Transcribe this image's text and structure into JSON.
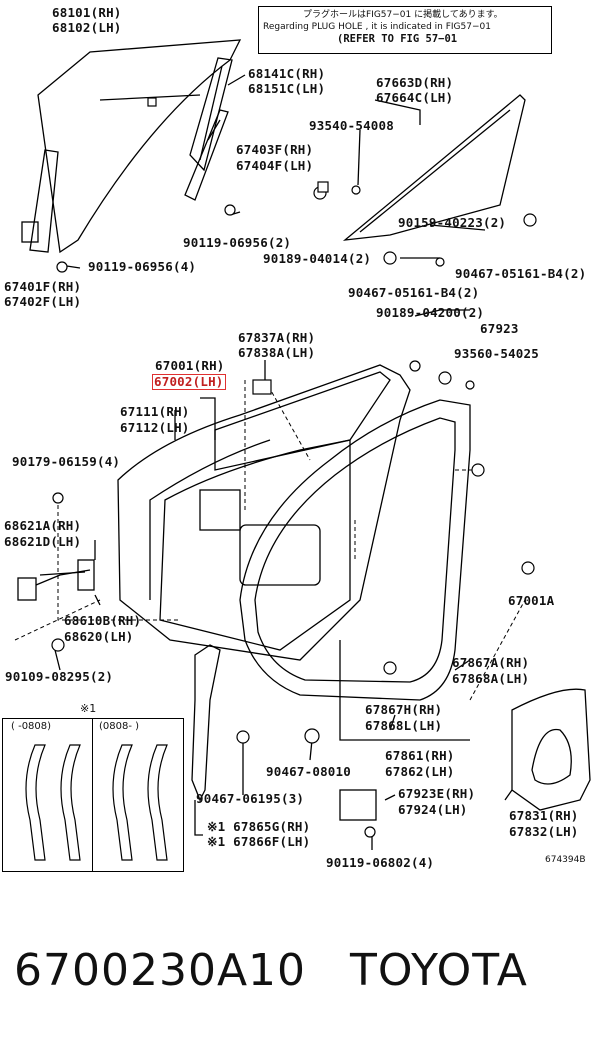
{
  "notice": {
    "line1": "プラグホールはFIG57−01 に掲載してあります。",
    "line2": "Regarding PLUG HOLE , it is indicated in FIG57−01",
    "line3": "(REFER TO FIG 57−01"
  },
  "labels": {
    "l68101": "68101(RH)",
    "l68102": "68102(LH)",
    "l68141c": "68141C(RH)",
    "l68151c": "68151C(LH)",
    "l67663d": "67663D(RH)",
    "l67664c": "67664C(LH)",
    "l93540": "93540-54008",
    "l67403f": "67403F(RH)",
    "l67404f": "67404F(LH)",
    "l90159": "90159-40223(2)",
    "l90119a": "90119-06956(2)",
    "l90189a": "90189-04014(2)",
    "l90467a": "90467-05161-B4(2)",
    "l90119b": "90119-06956(4)",
    "l67401f": "67401F(RH)",
    "l67402f": "67402F(LH)",
    "l90467b": "90467-05161-B4(2)",
    "l90189b": "90189-04200(2)",
    "l67837a": "67837A(RH)",
    "l67838a": "67838A(LH)",
    "l67923": "67923",
    "l93560": "93560-54025",
    "l67001": "67001(RH)",
    "l67002": "67002(LH)",
    "l67111": "67111(RH)",
    "l67112": "67112(LH)",
    "l90179": "90179-06159(4)",
    "l68621a": "68621A(RH)",
    "l68621d": "68621D(LH)",
    "l67001a": "67001A",
    "l68610b": "68610B(RH)",
    "l68620": "68620(LH)",
    "l90109": "90109-08295(2)",
    "l67867a": "67867A(RH)",
    "l67868a": "67868A(LH)",
    "l67867h": "67867H(RH)",
    "l67868l": "67868L(LH)",
    "l67861": "67861(RH)",
    "l67862": "67862(LH)",
    "l90467c": "90467-08010",
    "l67923e": "67923E(RH)",
    "l67924": "67924(LH)",
    "l90467d": "90467-06195(3)",
    "l67831": "67831(RH)",
    "l67832": "67832(LH)",
    "l67865g": "※1 67865G(RH)",
    "l67866f": "※1 67866F(LH)",
    "l90119c": "90119-06802(4)"
  },
  "inset": {
    "mark": "※1",
    "col1": "(     -0808)",
    "col2": "(0808-     )"
  },
  "diagram_code": "674394B",
  "footer": {
    "part_number": "6700230A10",
    "brand": "TOYOTA"
  }
}
